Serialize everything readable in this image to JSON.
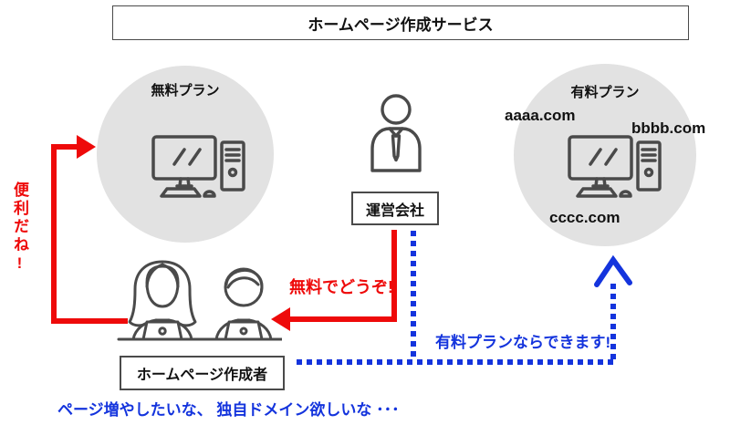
{
  "title": "ホームページ作成サービス",
  "free_plan": {
    "label": "無料プラン"
  },
  "paid_plan": {
    "label": "有料プラン",
    "domains": [
      "aaaa.com",
      "bbbb.com",
      "cccc.com"
    ]
  },
  "company": {
    "label": "運営会社"
  },
  "creators": {
    "label": "ホームページ作成者"
  },
  "annotations": {
    "convenient": "便利だね!",
    "free_offer": "無料でどうぞ!",
    "paid_capability": "有料プランならできます!",
    "creator_wish": "ページ増やしたいな、 独自ドメイン欲しいな ･･･"
  },
  "icons": {
    "free_plan": "desktop-computer-icon",
    "paid_plan": "desktop-computer-icon",
    "company": "business-person-icon",
    "creators": [
      "woman-at-laptop-icon",
      "man-at-laptop-icon"
    ]
  },
  "colors": {
    "red": "#ee0a0a",
    "blue": "#1434dd",
    "circle_fill": "#e2e2e2",
    "line_gray": "#4a4a4a"
  }
}
